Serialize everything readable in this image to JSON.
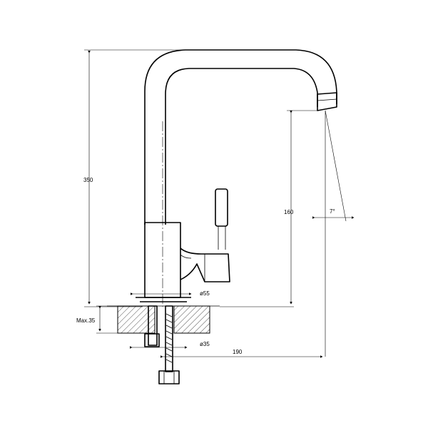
{
  "dimensions": {
    "overall_height": "350",
    "spout_height": "160",
    "spout_angle": "7°",
    "body_diameter": "ø55",
    "shank_diameter": "ø35",
    "reach": "190",
    "max_deck": "Max.35"
  }
}
